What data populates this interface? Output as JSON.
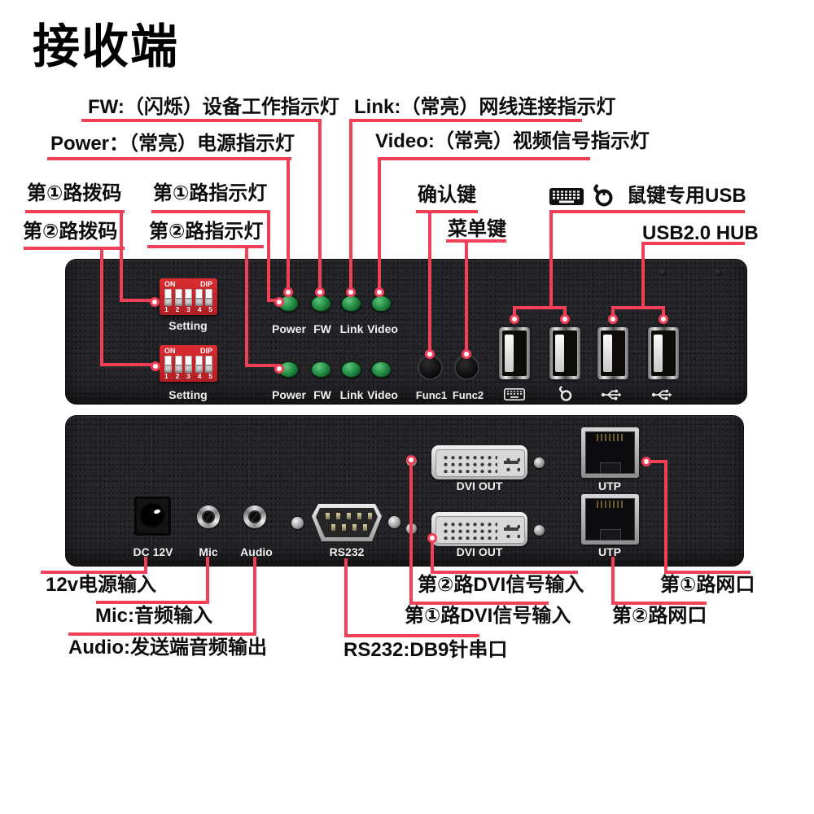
{
  "title": "接收端",
  "colors": {
    "accent": "#F23F58",
    "led_green": "#1f8a3c",
    "dip_red": "#C8242C",
    "panel": "#242428"
  },
  "callouts": {
    "fw": {
      "text": "FW:（闪烁）设备工作指示灯"
    },
    "power": {
      "text": "Power：（常亮）电源指示灯"
    },
    "link": {
      "text": "Link:（常亮）网线连接指示灯"
    },
    "video": {
      "text": "Video:（常亮）视频信号指示灯"
    },
    "dip1": {
      "text": "第①路拨码"
    },
    "dip2": {
      "text": "第②路拨码"
    },
    "led1": {
      "text": "第①路指示灯"
    },
    "led2": {
      "text": "第②路指示灯"
    },
    "confirm": {
      "text": "确认键"
    },
    "menu": {
      "text": "菜单键"
    },
    "mouse_usb": {
      "text": "鼠键专用USB"
    },
    "usb_hub": {
      "text": "USB2.0 HUB"
    },
    "power12v": {
      "text": "12v电源输入"
    },
    "mic": {
      "text": "Mic:音频输入"
    },
    "audio": {
      "text": "Audio:发送端音频输出"
    },
    "rs232": {
      "text": "RS232:DB9针串口"
    },
    "dvi_ch2": {
      "text": "第②路DVI信号输入"
    },
    "dvi_ch1": {
      "text": "第①路DVI信号输入"
    },
    "utp_ch1": {
      "text": "第①路网口"
    },
    "utp_ch2": {
      "text": "第②路网口"
    }
  },
  "panel_front": {
    "dip_on": "ON",
    "dip_dip": "DIP",
    "dip_numbers": [
      "1",
      "2",
      "3",
      "4",
      "5"
    ],
    "dip_setting": "Setting",
    "led_labels": [
      "Power",
      "FW",
      "Link",
      "Video"
    ],
    "func_labels": [
      "Func1",
      "Func2"
    ]
  },
  "panel_rear": {
    "dc_label": "DC 12V",
    "mic_label": "Mic",
    "audio_label": "Audio",
    "rs232_label": "RS232",
    "dvi_label": "DVI OUT",
    "utp_label": "UTP"
  },
  "icons": {
    "top": [
      "keyboard-icon",
      "mouse-icon"
    ],
    "port_icons": [
      "keyboard-icon",
      "mouse-icon",
      "usb-icon",
      "usb-icon"
    ]
  }
}
